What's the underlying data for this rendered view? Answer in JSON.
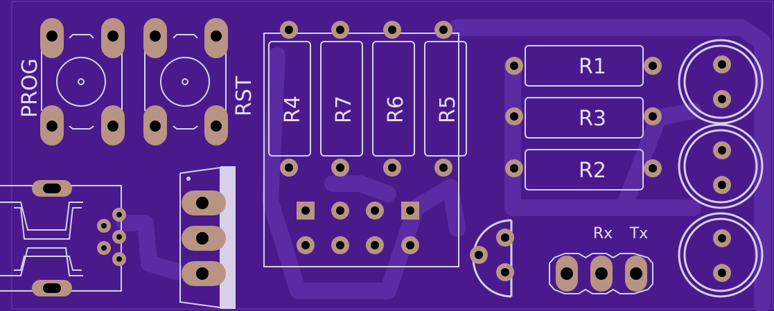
{
  "colors": {
    "board": "#4a1a8c",
    "trace": "#5a2ba3",
    "silk": "#d8d0e8",
    "pad": "#b89484",
    "drill": "#000000"
  },
  "labels": {
    "prog": "PROG",
    "rst": "RST",
    "r1": "R1",
    "r2": "R2",
    "r3": "R3",
    "r4": "R4",
    "r5": "R5",
    "r6": "R6",
    "r7": "R7",
    "rx": "Rx",
    "tx": "Tx"
  }
}
